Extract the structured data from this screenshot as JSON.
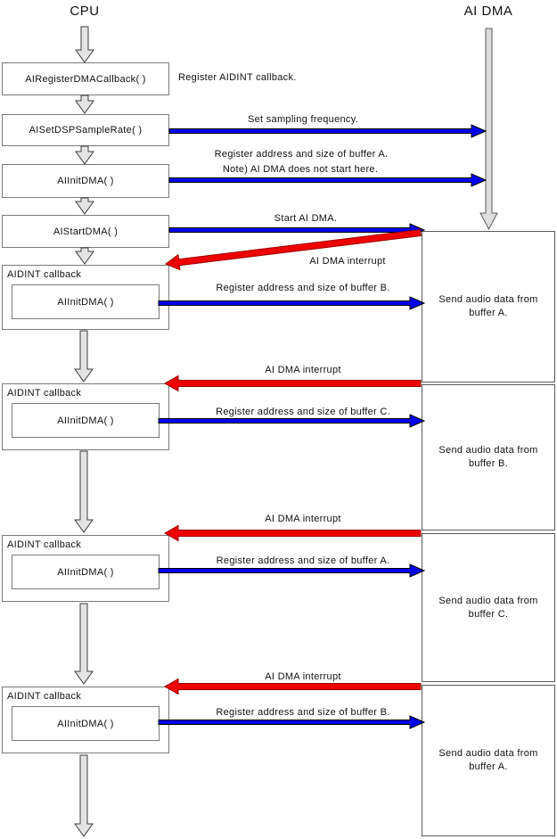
{
  "lanes": {
    "cpu_title": "CPU",
    "ai_dma_title": "AI DMA"
  },
  "cpu_sequence": {
    "fn_register_callback": "AIRegisterDMACallback( )",
    "fn_register_callback_note": "Register AIDINT callback.",
    "fn_set_sample_rate": "AISetDSPSampleRate( )",
    "fn_init_dma": "AIInitDMA( )",
    "fn_start_dma": "AIStartDMA( )"
  },
  "messages": {
    "set_sampling": "Set sampling frequency.",
    "register_buffer_a_line1": "Register address and size of buffer A.",
    "register_buffer_a_line2": "Note) AI DMA does not start here.",
    "start_ai_dma": "Start AI DMA.",
    "interrupt": "AI DMA interrupt"
  },
  "callbacks": [
    {
      "label": "AIDINT callback",
      "fn": "AIInitDMA( )",
      "message": "Register address and size of buffer B."
    },
    {
      "label": "AIDINT callback",
      "fn": "AIInitDMA( )",
      "message": "Register address and size of buffer C."
    },
    {
      "label": "AIDINT callback",
      "fn": "AIInitDMA( )",
      "message": "Register address and size of buffer A."
    },
    {
      "label": "AIDINT callback",
      "fn": "AIInitDMA( )",
      "message": "Register address and size of buffer B."
    }
  ],
  "dma_actions": [
    {
      "line1": "Send audio data from",
      "line2": "buffer A."
    },
    {
      "line1": "Send audio data from",
      "line2": "buffer B."
    },
    {
      "line1": "Send audio data from",
      "line2": "buffer C."
    },
    {
      "line1": "Send audio data from",
      "line2": "buffer A."
    }
  ],
  "colors": {
    "blue_arrow": "#0101EE",
    "red_arrow": "#EE0000",
    "gray_arrow": "#E4E4E4",
    "box_border": "#7A7A7A",
    "background": "#FFFFFF"
  }
}
